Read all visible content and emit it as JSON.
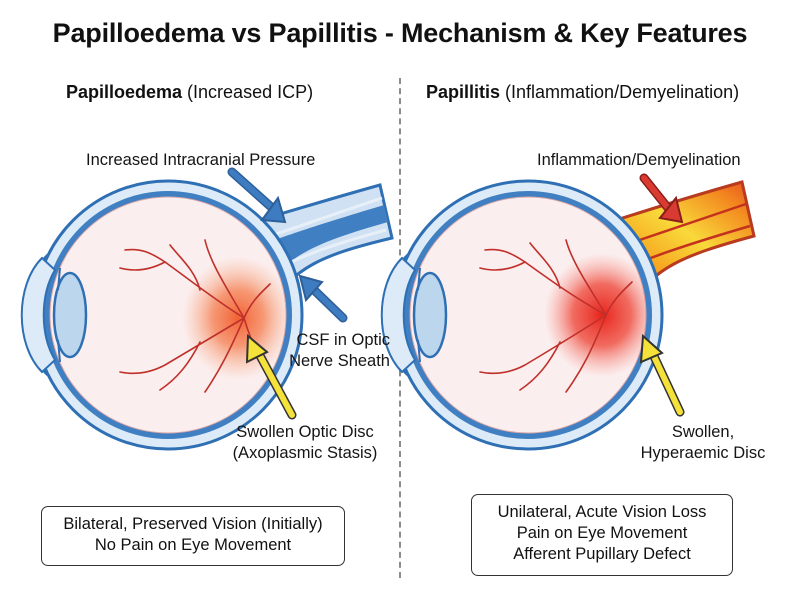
{
  "title": "Papilloedema vs Papillitis - Mechanism & Key Features",
  "left": {
    "heading_bold": "Papilloedema",
    "heading_rest": " (Increased ICP)",
    "label_pressure": "Increased Intracranial Pressure",
    "label_csf": [
      "CSF in Optic",
      "Nerve Sheath"
    ],
    "label_disc": [
      "Swollen Optic Disc",
      "(Axoplasmic Stasis)"
    ],
    "features": [
      "Bilateral, Preserved Vision (Initially)",
      "No Pain on Eye Movement"
    ]
  },
  "right": {
    "heading_bold": "Papillitis",
    "heading_rest": " (Inflammation/Demyelination)",
    "label_inflammation": "Inflammation/Demyelination",
    "label_disc": [
      "Swollen,",
      "Hyperaemic Disc"
    ],
    "features": [
      "Unilateral, Acute Vision Loss",
      "Pain on Eye Movement",
      "Afferent Pupillary Defect"
    ]
  },
  "colors": {
    "nerve_blue": "#3f7fc2",
    "sheath_blue": "#2f6fb4",
    "arrow_blue": "#3d7cc0",
    "arrow_red": "#d93b33",
    "arrow_yellow": "#f4e23a",
    "vessel_red": "#c0302a"
  }
}
